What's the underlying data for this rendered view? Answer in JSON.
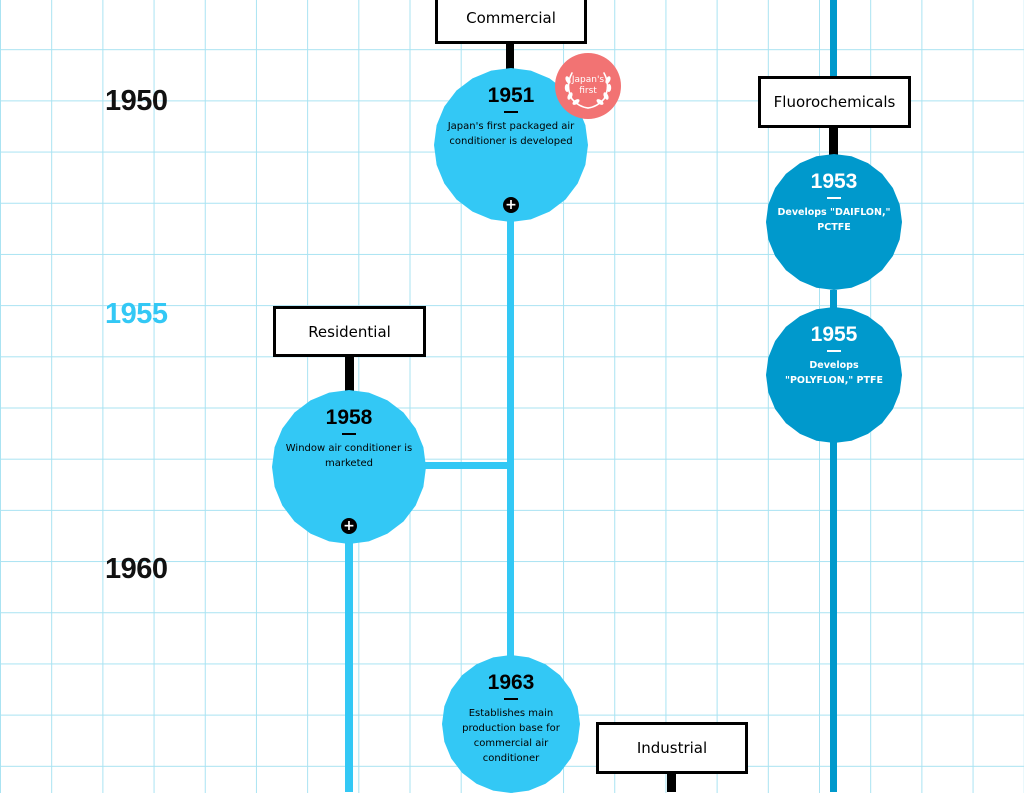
{
  "years": [
    "1950",
    "1955",
    "1960"
  ],
  "categories": {
    "commercial": "Commercial",
    "fluorochemicals": "Fluorochemicals",
    "residential": "Residential",
    "industrial": "Industrial"
  },
  "events": {
    "e1951": {
      "year": "1951",
      "text": "Japan's first packaged air conditioner is developed"
    },
    "e1953": {
      "year": "1953",
      "text": "Develops \"DAIFLON,\" PCTFE"
    },
    "e1955": {
      "year": "1955",
      "text": "Develops \"POLYFLON,\" PTFE"
    },
    "e1958": {
      "year": "1958",
      "text": "Window air conditioner is marketed"
    },
    "e1963": {
      "year": "1963",
      "text": "Establishes main production base for commercial air conditioner"
    }
  },
  "badge": {
    "text": "Japan's first",
    "icon": "laurel-wreath-icon"
  },
  "expand_symbol": "+",
  "colors": {
    "light_blue": "#33c8f5",
    "dark_blue": "#0099cc",
    "badge_red": "#f27373",
    "grid": "#a9e3f2"
  }
}
